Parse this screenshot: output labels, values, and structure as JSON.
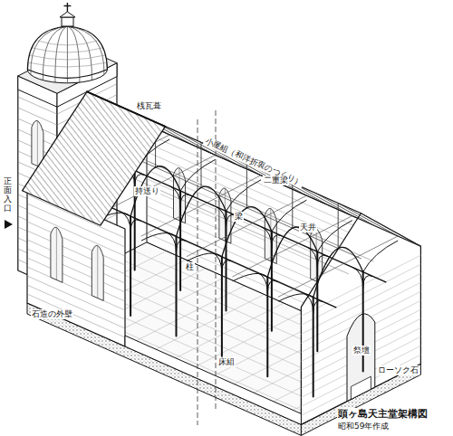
{
  "diagram": {
    "caption": "頭ヶ島天主堂架構図",
    "labels": [
      "桟瓦葺",
      "小屋組（和洋折衷のつくり）",
      "二重梁",
      "持送り",
      "梁",
      "天井",
      "柱",
      "石造の外壁",
      "床組",
      "祭壇",
      "ローソク石",
      "正面入口",
      "昭和59年作成"
    ]
  }
}
